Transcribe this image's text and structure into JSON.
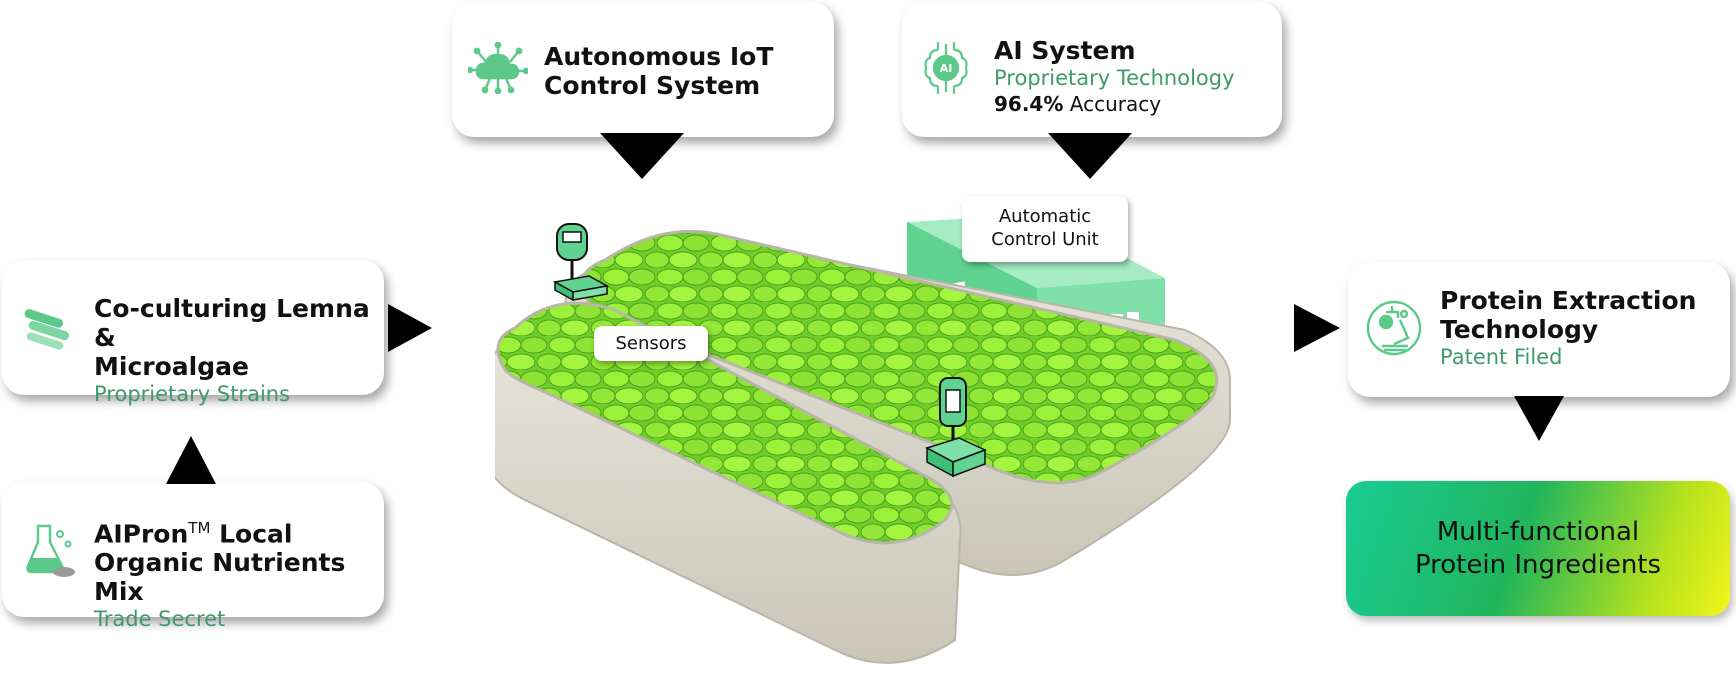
{
  "iot": {
    "title_line1": "Autonomous IoT",
    "title_line2": "Control System"
  },
  "ai": {
    "title": "AI System",
    "subtitle": "Proprietary Technology",
    "accuracy_value": "96.4%",
    "accuracy_label": " Accuracy",
    "icon_text": "AI"
  },
  "coculture": {
    "title_line1": "Co-culturing Lemna &",
    "title_line2": "Microalgae",
    "subtitle": "Proprietary Strains"
  },
  "aipron": {
    "title_prefix": "AIPron",
    "title_tm": "TM",
    "title_suffix": " Local",
    "title_line2": "Organic Nutrients Mix",
    "subtitle": "Trade Secret"
  },
  "extraction": {
    "title_line1": "Protein Extraction",
    "title_line2": "Technology",
    "subtitle": "Patent Filed"
  },
  "product": {
    "line1": "Multi-functional",
    "line2": "Protein Ingredients"
  },
  "labels": {
    "sensors": "Sensors",
    "control_line1": "Automatic",
    "control_line2": "Control Unit"
  },
  "colors": {
    "accent_green": "#3f9a6a",
    "icon_green": "#5cc98a",
    "leaf_green": "#8ae234",
    "unit_green": "#5fd38f"
  }
}
